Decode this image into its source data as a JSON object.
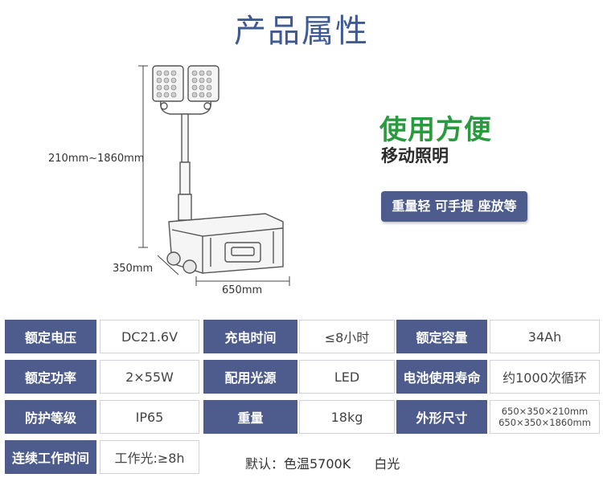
{
  "title": "产品属性",
  "product": {
    "height_label": "210mm~1860mm",
    "depth_label": "350mm",
    "width_label": "650mm",
    "headline": "使用方便",
    "subheadline": "移动照明",
    "badge": "重量轻 可手提 座放等"
  },
  "specs": [
    [
      {
        "label": "额定电压",
        "value": "DC21.6V"
      },
      {
        "label": "充电时间",
        "value": "≤8小时"
      },
      {
        "label": "额定容量",
        "value": "34Ah"
      }
    ],
    [
      {
        "label": "额定功率",
        "value": "2×55W"
      },
      {
        "label": "配用光源",
        "value": "LED"
      },
      {
        "label": "电池使用寿命",
        "value": "约1000次循环"
      }
    ],
    [
      {
        "label": "防护等级",
        "value": "IP65"
      },
      {
        "label": "重量",
        "value": "18kg"
      },
      {
        "label": "外形尺寸",
        "value_line1": "650×350×210mm",
        "value_line2": "650×350×1860mm"
      }
    ],
    [
      {
        "label": "连续工作时间",
        "value": "工作光:≥8h"
      }
    ]
  ],
  "footnote": {
    "color_temp": "默认：色温5700K",
    "color": "白光"
  }
}
